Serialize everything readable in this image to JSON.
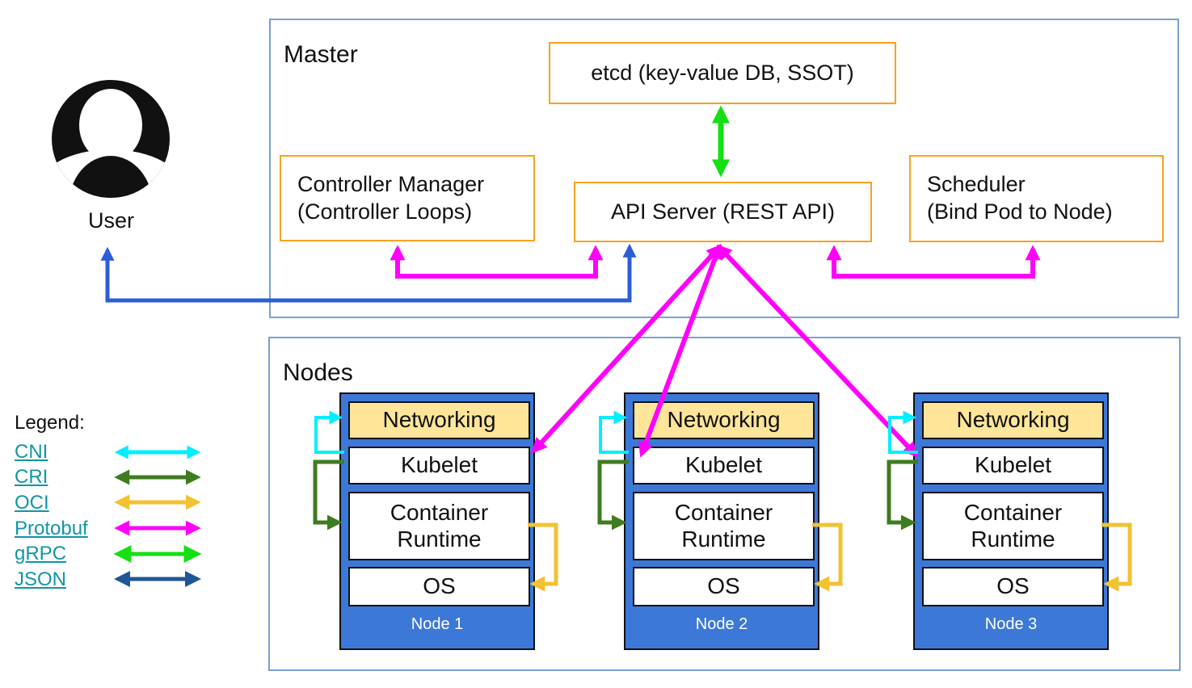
{
  "colors": {
    "frame_border": "#78A0D2",
    "box_border_orange": "#F9A21E",
    "node_fill": "#3C78D8",
    "networking_fill": "#FFE599",
    "cni_cyan": "#00EFFF",
    "cri_green": "#3E7C20",
    "oci_yellow": "#F1C232",
    "protobuf_magenta": "#FF00FB",
    "grpc_green": "#14E014",
    "json_navy": "#1F5796",
    "user_arrow_blue": "#2B5CD9",
    "legend_link_teal": "#1295A5",
    "node_label_white": "#FFFFFF"
  },
  "master": {
    "title": "Master",
    "etcd_label": "etcd (key-value DB, SSOT)",
    "controller_manager_line1": "Controller Manager",
    "controller_manager_line2": "(Controller Loops)",
    "api_server_label": "API Server (REST API)",
    "scheduler_line1": "Scheduler",
    "scheduler_line2": "(Bind Pod to Node)"
  },
  "user": {
    "label": "User"
  },
  "nodes_section": {
    "title": "Nodes",
    "layers": [
      "Networking",
      "Kubelet",
      "Container Runtime",
      "OS"
    ],
    "nodes": [
      {
        "name": "Node 1"
      },
      {
        "name": "Node 2"
      },
      {
        "name": "Node 3"
      }
    ]
  },
  "legend": {
    "title": "Legend:",
    "items": [
      {
        "label": "CNI"
      },
      {
        "label": "CRI"
      },
      {
        "label": "OCI"
      },
      {
        "label": "Protobuf"
      },
      {
        "label": "gRPC"
      },
      {
        "label": "JSON"
      }
    ]
  }
}
